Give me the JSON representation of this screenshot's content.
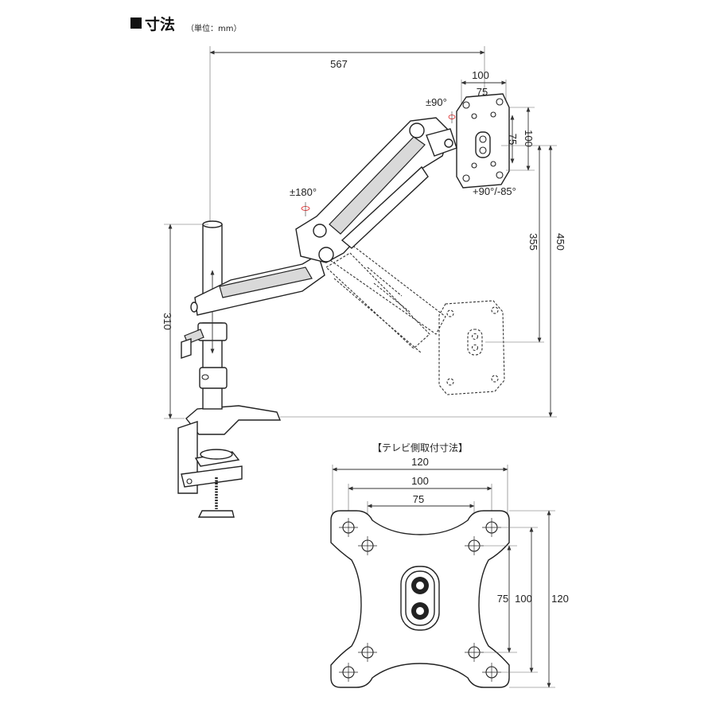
{
  "header": {
    "title": "寸法",
    "unit_note": "（単位：mm）"
  },
  "arm_diagram": {
    "dims": {
      "reach": "567",
      "height_total": "450",
      "height_vesa": "355",
      "pole_height": "310",
      "plate_width_100": "100",
      "plate_width_75": "75",
      "plate_height_100": "100",
      "plate_height_75": "75"
    },
    "angles": {
      "swivel": "±90°",
      "arm_rotate": "±180°",
      "tilt": "+90°/-85°"
    }
  },
  "vesa_plate": {
    "caption": "【テレビ側取付寸法】",
    "widths": [
      "120",
      "100",
      "75"
    ],
    "heights": [
      "75",
      "100",
      "120"
    ]
  }
}
